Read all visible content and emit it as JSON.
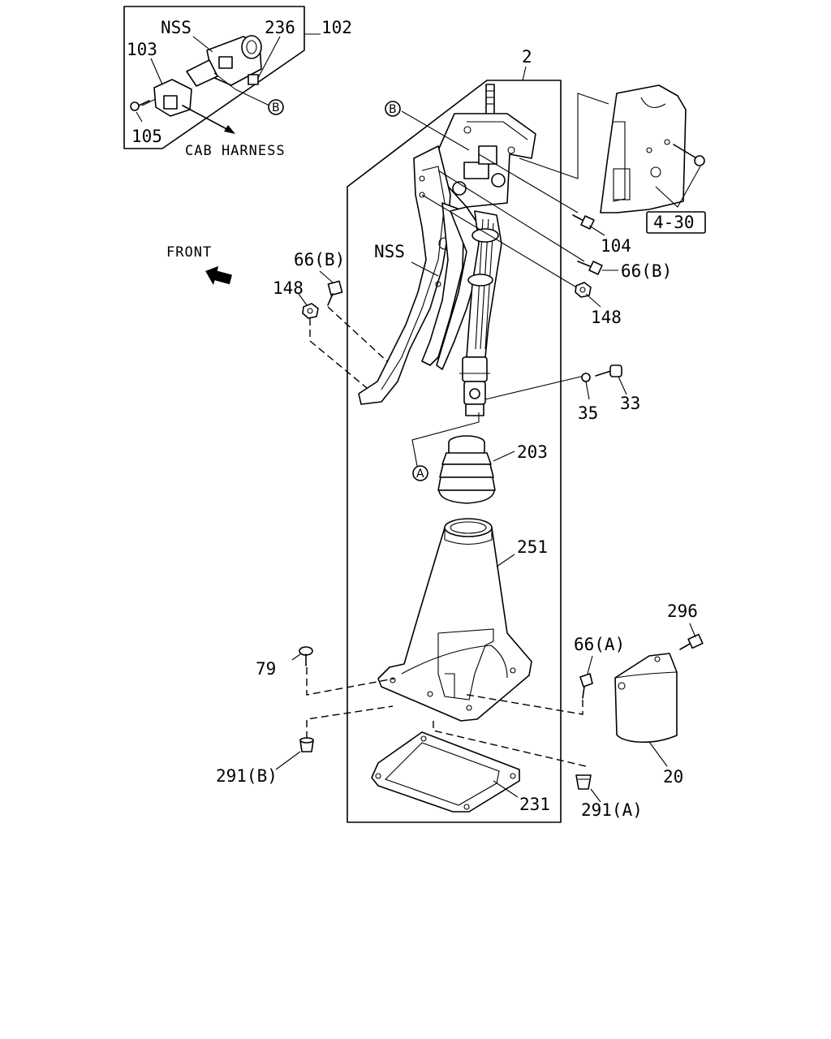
{
  "labels": {
    "nss_top": "NSS",
    "p236": "236",
    "p102": "102",
    "p103": "103",
    "p105": "105",
    "cab_harness": "CAB HARNESS",
    "p2": "2",
    "front": "FRONT",
    "p66b_left": "66(B)",
    "p148_left": "148",
    "nss_mid": "NSS",
    "p104": "104",
    "p66b_right": "66(B)",
    "p148_right": "148",
    "p4_30": "4-30",
    "p35": "35",
    "p33": "33",
    "p203": "203",
    "p251": "251",
    "p296": "296",
    "p66a": "66(A)",
    "p79": "79",
    "p291b": "291(B)",
    "p20": "20",
    "p231": "231",
    "p291a": "291(A)"
  },
  "markers": {
    "b_inset": "B",
    "b_main": "B",
    "a_main": "A"
  }
}
